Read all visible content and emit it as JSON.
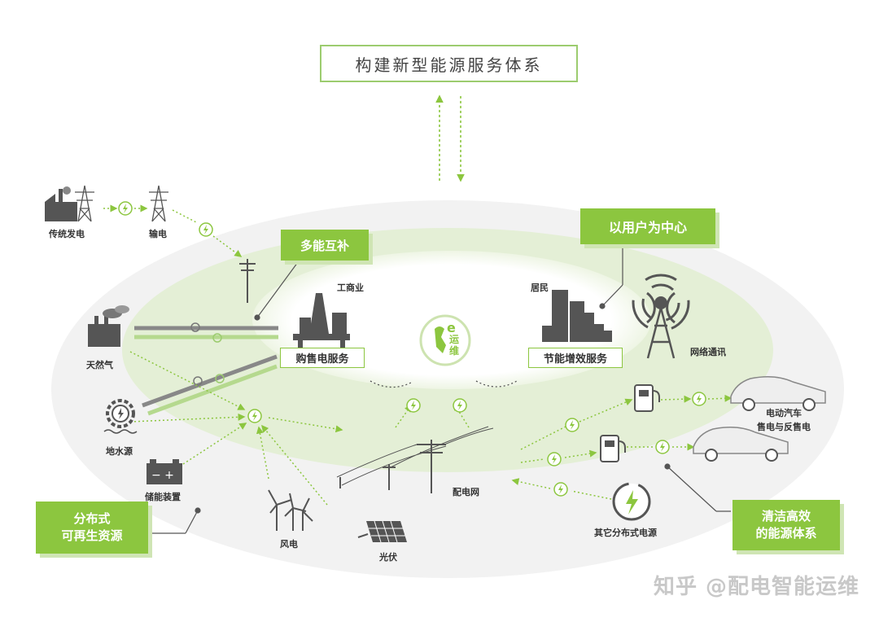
{
  "title": "构建新型能源服务体系",
  "callouts": {
    "multi_energy": "多能互补",
    "user_centric": "以用户为中心",
    "renewable": "分布式\n可再生资源",
    "clean_efficient": "清洁高效\n的能源体系"
  },
  "services": {
    "power_sales": "购售电服务",
    "energy_saving": "节能增效服务"
  },
  "logo": {
    "text": "运维",
    "letter": "e"
  },
  "nodes": {
    "traditional_power": "传统发电",
    "transmission": "输电",
    "natural_gas": "天然气",
    "geothermal": "地水源",
    "storage": "储能装置",
    "wind": "风电",
    "solar": "光伏",
    "industrial": "工商业",
    "residential": "居民",
    "telecom": "网络通讯",
    "ev": "电动汽车\n售电与反售电",
    "distribution": "配电网",
    "other_distributed": "其它分布式电源"
  },
  "watermark": "知乎 @配电智能运维",
  "colors": {
    "accent": "#8cc63f",
    "light": "#e6f0da",
    "pale": "#f3f3f3",
    "dark": "#555555"
  }
}
